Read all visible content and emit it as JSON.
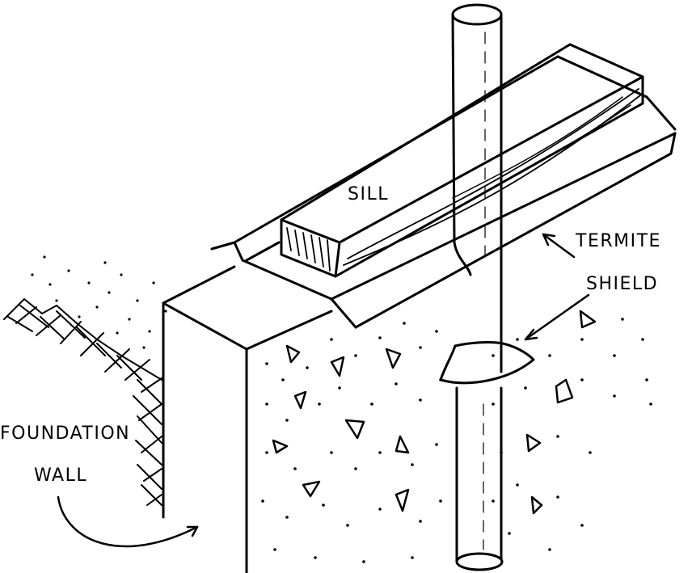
{
  "labels": {
    "sill": "SILL",
    "termite_line1": "TERMITE",
    "termite_line2": "SHIELD",
    "foundation_line1": "FOUNDATION",
    "foundation_line2": "WALL"
  },
  "colors": {
    "ink": "#000000",
    "paper": "#ffffff"
  }
}
